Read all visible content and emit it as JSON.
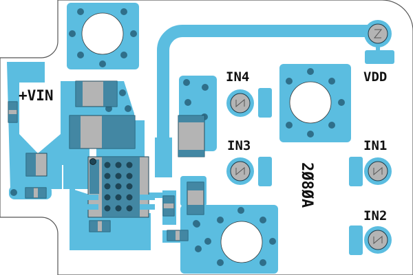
{
  "board": {
    "labels": {
      "vin": "+VIN",
      "vdd": "VDD",
      "in1": "IN1",
      "in2": "IN2",
      "in3": "IN3",
      "in4": "IN4",
      "part_number": "2Ø8ØA"
    },
    "colors": {
      "copper": "#5bbde0",
      "via": "#2f6f8a",
      "component": "#b4b4b4",
      "outline": "#555555"
    }
  }
}
